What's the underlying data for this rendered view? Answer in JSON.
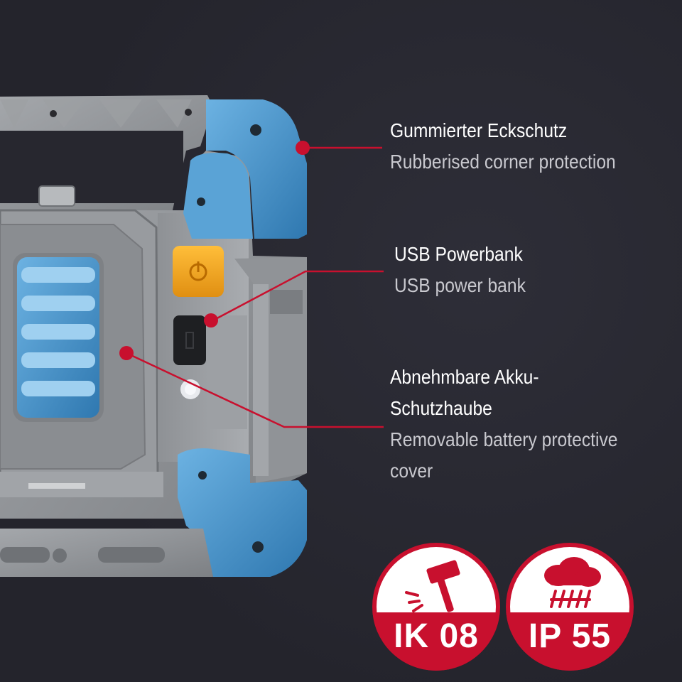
{
  "callouts": [
    {
      "de": "Gummierter Eckschutz",
      "en": "Rubberised corner protection"
    },
    {
      "de": "USB Powerbank",
      "en": "USB power bank"
    },
    {
      "de_line1": "Abnehmbare Akku-",
      "de_line2": "Schutzhaube",
      "en_line1": "Removable battery protective",
      "en_line2": "cover"
    }
  ],
  "badges": [
    {
      "code": "IK 08",
      "icon": "hammer-impact-icon"
    },
    {
      "code": "IP 55",
      "icon": "rain-cloud-icon"
    }
  ],
  "colors": {
    "background": "#27272f",
    "housing_grey": "#8f9296",
    "rubber_blue": "#4a93c9",
    "button_yellow": "#f2a51f",
    "leader_red": "#c8102e",
    "badge_red": "#c8102e"
  }
}
